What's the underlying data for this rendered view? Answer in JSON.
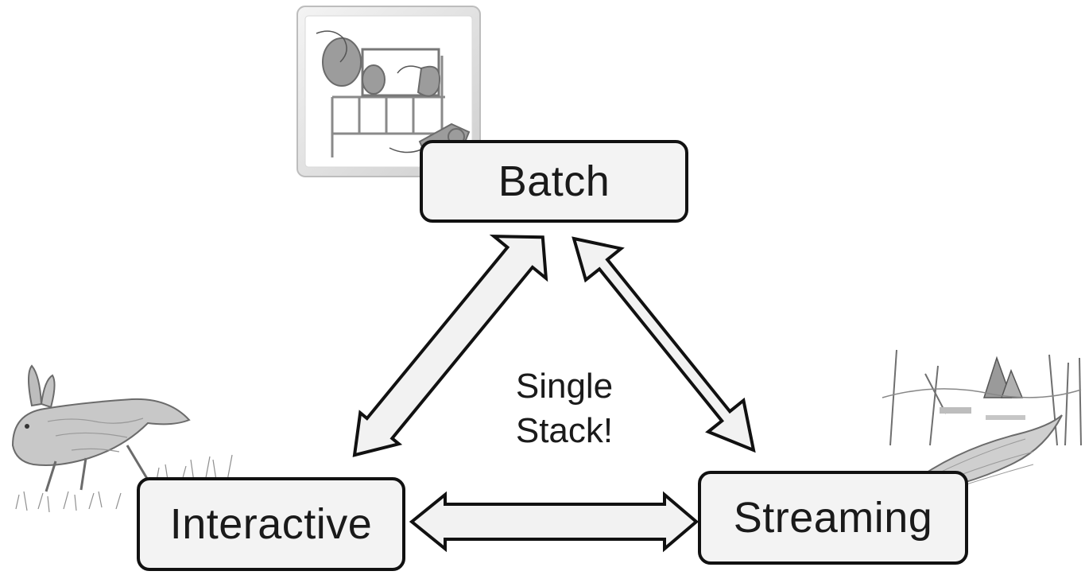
{
  "diagram": {
    "nodes": {
      "batch": {
        "label": "Batch",
        "illustration": "factory-machinery-illustration"
      },
      "interactive": {
        "label": "Interactive",
        "illustration": "hare-illustration"
      },
      "streaming": {
        "label": "Streaming",
        "illustration": "stream-landscape-illustration"
      }
    },
    "center": {
      "line1": "Single",
      "line2": "Stack!"
    },
    "edges": [
      {
        "from": "batch",
        "to": "interactive",
        "style": "double-arrow"
      },
      {
        "from": "batch",
        "to": "streaming",
        "style": "double-arrow"
      },
      {
        "from": "interactive",
        "to": "streaming",
        "style": "double-arrow"
      }
    ],
    "colors": {
      "box_fill": "#f3f3f3",
      "box_stroke": "#111111",
      "arrow_fill": "#f2f2f2",
      "arrow_stroke": "#111111",
      "text": "#1a1a1a"
    }
  }
}
